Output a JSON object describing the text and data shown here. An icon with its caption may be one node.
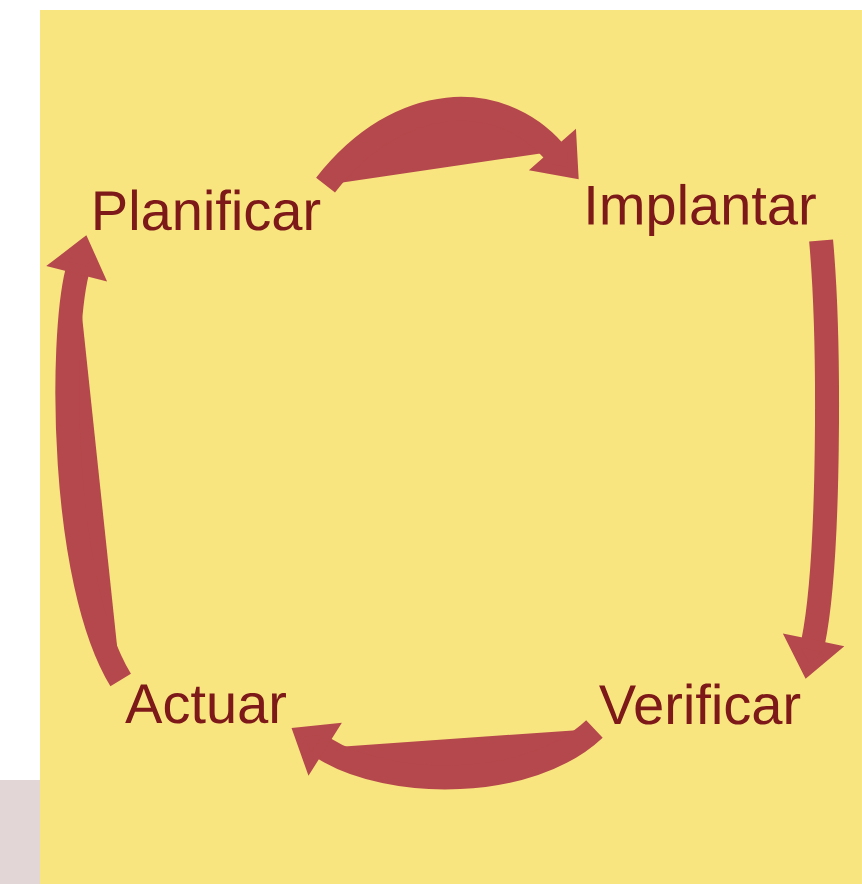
{
  "diagram": {
    "nodes": [
      {
        "text": [
          "Planificar"
        ]
      },
      {
        "text": [
          "Implantar"
        ]
      },
      {
        "text": [
          "Verificar"
        ]
      },
      {
        "text": [
          "Actuar"
        ]
      }
    ],
    "edges": [
      {
        "from": 0,
        "to": 1,
        "arrow": "to"
      },
      {
        "from": 1,
        "to": 2,
        "arrow": "to"
      },
      {
        "from": 2,
        "to": 3,
        "arrow": "to"
      },
      {
        "from": 3,
        "to": 0,
        "arrow": "to"
      }
    ]
  }
}
